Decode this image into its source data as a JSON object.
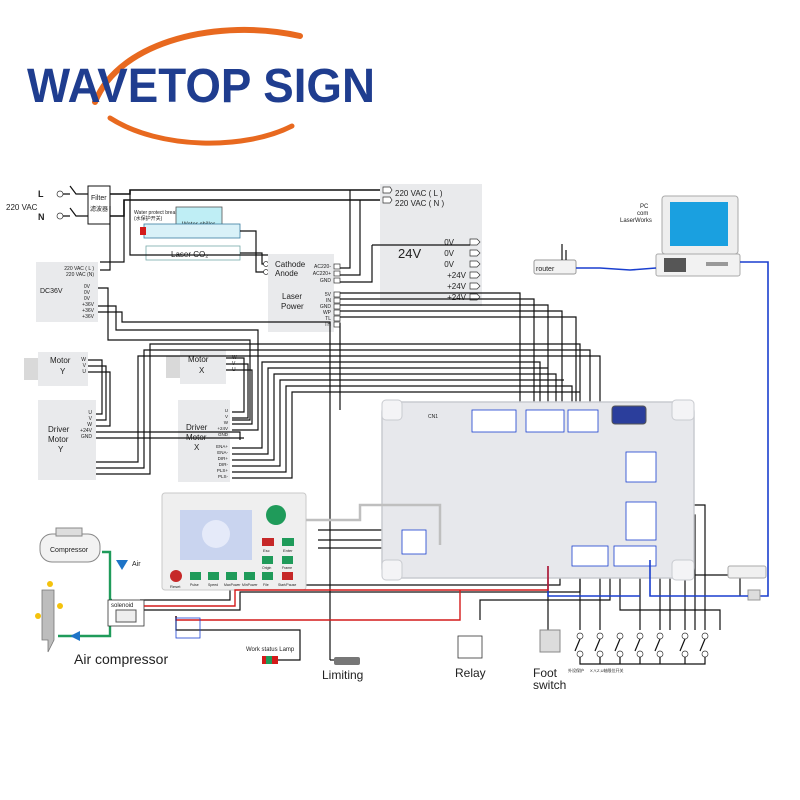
{
  "brand": {
    "name": "WAVETOP SIGN"
  },
  "power_input": {
    "l": "L",
    "n": "N",
    "voltage": "220 VAC",
    "filter": "Filter",
    "filter_cn": "滤波器"
  },
  "psu_24v": {
    "title": "24V",
    "in_l": "220 VAC ( L )",
    "in_n": "220 VAC ( N )",
    "outputs": [
      "0V",
      "0V",
      "0V",
      "+24V",
      "+24V",
      "+24V"
    ]
  },
  "water_chiller": {
    "note": "Water protect break",
    "note2": "(水保护开关)",
    "label": "Water chiller"
  },
  "laser_tube": {
    "label": "Laser CO₂"
  },
  "laser_power": {
    "title1": "Laser",
    "title2": "Power",
    "cathode": "Cathode",
    "anode": "Anode",
    "in_pins": [
      "AC220-",
      "AC220+",
      "GND"
    ],
    "ctrl_pins": [
      "5V",
      "IN",
      "GND",
      "WP",
      "TL",
      "TH"
    ]
  },
  "dc36v": {
    "title": "DC36V",
    "pins": [
      "220 VAC ( L )",
      "220 VAC (N)",
      "0V",
      "0V",
      "0V",
      "+36V",
      "+36V",
      "+36V"
    ]
  },
  "motor_y": {
    "l1": "Motor",
    "l2": "Y",
    "pins": [
      "W",
      "V",
      "U"
    ]
  },
  "motor_x": {
    "l1": "Motor",
    "l2": "X",
    "pins": [
      "W",
      "V",
      "U"
    ]
  },
  "driver_y": {
    "l1": "Driver",
    "l2": "Motor",
    "l3": "Y",
    "pins": [
      "U",
      "V",
      "W",
      "+24V",
      "GND"
    ]
  },
  "driver_x": {
    "l1": "Driver",
    "l2": "Motor",
    "l3": "X",
    "pins": [
      "U",
      "V",
      "W",
      "+24V",
      "GND",
      "ENA+",
      "ENA-",
      "DIR+",
      "DIR-",
      "PLS+",
      "PLS-"
    ]
  },
  "controller": {
    "header_label": "CN1"
  },
  "panel": {
    "buttons": [
      "Esc",
      "Enter",
      "Pulse",
      "Speed",
      "MaxPower",
      "MinPower",
      "Origin",
      "File",
      "Frame",
      "Start/Pause",
      "Reset"
    ]
  },
  "pc": {
    "label1": "PC",
    "label2": "com",
    "label3": "LaserWorks"
  },
  "router": {
    "label": "router"
  },
  "compressor": {
    "label": "Compressor",
    "air": "Air",
    "solenoid": "solenoid",
    "title": "Air compressor"
  },
  "lamp": {
    "label": "Work status Lamp"
  },
  "limiting": {
    "label": "Limiting"
  },
  "relay": {
    "label": "Relay"
  },
  "foot": {
    "l1": "Foot",
    "l2": "switch"
  },
  "switch_labels": {
    "left": "外设保护",
    "right": "X,Y,Z,U轴限位开关"
  },
  "colors": {
    "brand": "#1f3d8f",
    "arc": "#e8691f",
    "usb": "#1a3fcf",
    "air": "#1f9b5a",
    "signal": "#d41a1a"
  }
}
